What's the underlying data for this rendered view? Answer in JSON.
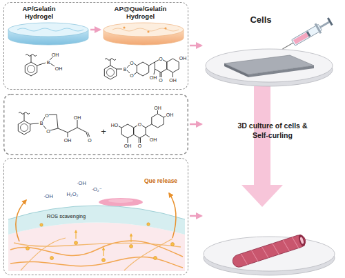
{
  "diagram": {
    "nodes": [
      {
        "text": [
          "AP/Gelatin Hydrogel",
          "AP@Que/Gelatin Hydrogel"
        ]
      },
      {
        "text": [
          "Que release",
          "ROS scavenging"
        ]
      }
    ],
    "labels": [
      "Cells",
      "B",
      "OH",
      "OH",
      "B",
      "O",
      "O",
      "O",
      "OH",
      "O",
      "OH",
      "OH",
      "B",
      "O",
      "O",
      "OH",
      "OH",
      "O",
      "+",
      "HO",
      "O",
      "OH",
      "O",
      "OH",
      "OH",
      "OH",
      "·OH",
      "H₂O₂",
      "·O₂⁻",
      "·OH",
      "3D culture of cells & Self-curling"
    ]
  }
}
